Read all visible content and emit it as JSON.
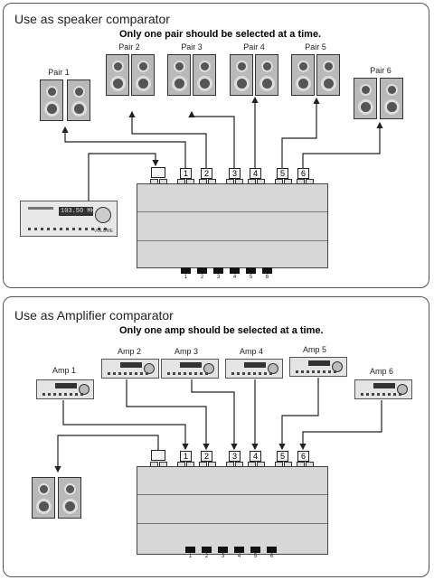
{
  "speaker_section": {
    "title": "Use as speaker comparator",
    "note": "Only one pair should be selected at a time.",
    "pairs": [
      "Pair 1",
      "Pair 2",
      "Pair 3",
      "Pair 4",
      "Pair 5",
      "Pair 6"
    ],
    "source_display": "103.50 MHz",
    "source_volume_label": "VOLUME"
  },
  "amplifier_section": {
    "title": "Use as Amplifier comparator",
    "note": "Only one amp should be selected at a time.",
    "amps": [
      "Amp 1",
      "Amp 2",
      "Amp 3",
      "Amp 4",
      "Amp 5",
      "Amp 6"
    ]
  },
  "switch_numbers": [
    "1",
    "2",
    "3",
    "4",
    "5",
    "6"
  ],
  "button_numbers": [
    "1",
    "2",
    "3",
    "4",
    "5",
    "6"
  ]
}
